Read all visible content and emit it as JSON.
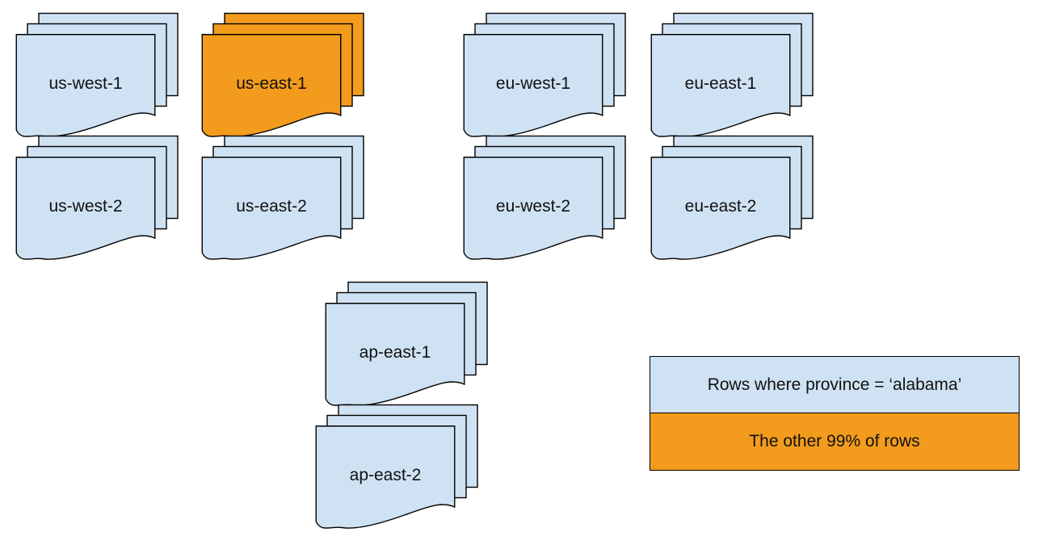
{
  "colors": {
    "doc_fill": "#cfe2f3",
    "highlight_fill": "#f29b1c",
    "stroke": "#000000"
  },
  "stacks": [
    {
      "id": "us-west-1",
      "label": "us-west-1",
      "highlight": false
    },
    {
      "id": "us-east-1",
      "label": "us-east-1",
      "highlight": true
    },
    {
      "id": "eu-west-1",
      "label": "eu-west-1",
      "highlight": false
    },
    {
      "id": "eu-east-1",
      "label": "eu-east-1",
      "highlight": false
    },
    {
      "id": "us-west-2",
      "label": "us-west-2",
      "highlight": false
    },
    {
      "id": "us-east-2",
      "label": "us-east-2",
      "highlight": false
    },
    {
      "id": "eu-west-2",
      "label": "eu-west-2",
      "highlight": false
    },
    {
      "id": "eu-east-2",
      "label": "eu-east-2",
      "highlight": false
    },
    {
      "id": "ap-east-1",
      "label": "ap-east-1",
      "highlight": false
    },
    {
      "id": "ap-east-2",
      "label": "ap-east-2",
      "highlight": false
    }
  ],
  "legend": {
    "items": [
      {
        "label": "Rows where province = ‘alabama’",
        "color": "#cfe2f3"
      },
      {
        "label": "The other 99% of rows",
        "color": "#f29b1c"
      }
    ]
  }
}
